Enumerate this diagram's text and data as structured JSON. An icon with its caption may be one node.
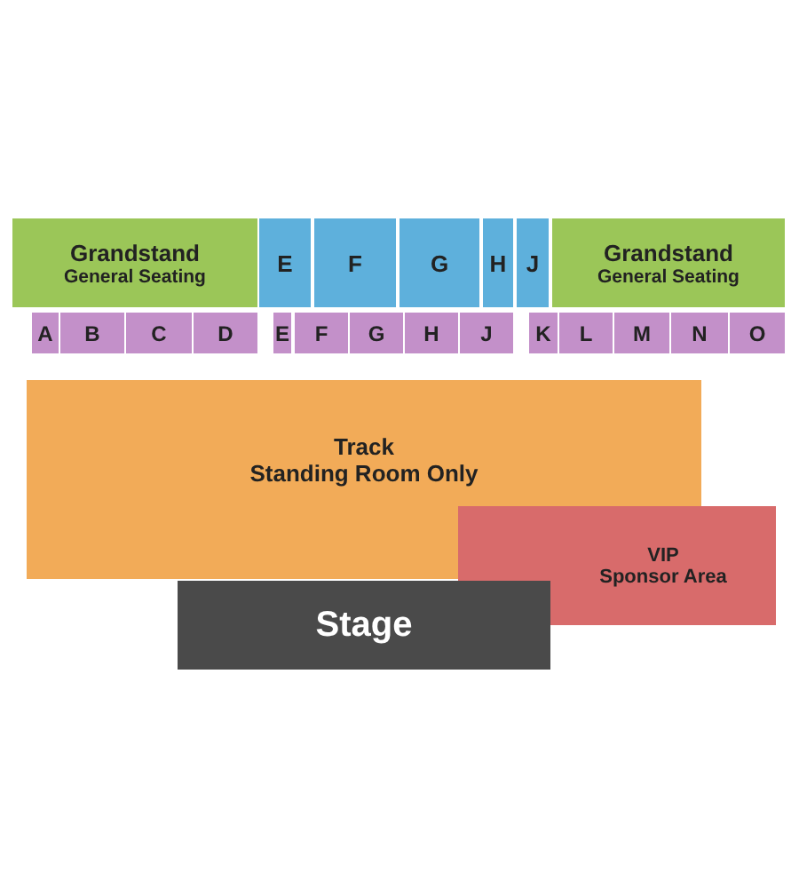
{
  "diagram": {
    "nodes": [
      {
        "text": [
          "Grandstand",
          "General Seating"
        ]
      },
      {
        "text": [
          "E"
        ]
      },
      {
        "text": [
          "F"
        ]
      },
      {
        "text": [
          "G"
        ]
      },
      {
        "text": [
          "H"
        ]
      },
      {
        "text": [
          "J"
        ]
      },
      {
        "text": [
          "Grandstand",
          "General Seating"
        ]
      },
      {
        "text": [
          "A"
        ]
      },
      {
        "text": [
          "B"
        ]
      },
      {
        "text": [
          "C"
        ]
      },
      {
        "text": [
          "D"
        ]
      },
      {
        "text": [
          "E"
        ]
      },
      {
        "text": [
          "F"
        ]
      },
      {
        "text": [
          "G"
        ]
      },
      {
        "text": [
          "H"
        ]
      },
      {
        "text": [
          "J"
        ]
      },
      {
        "text": [
          "K"
        ]
      },
      {
        "text": [
          "L"
        ]
      },
      {
        "text": [
          "M"
        ]
      },
      {
        "text": [
          "N"
        ]
      },
      {
        "text": [
          "O"
        ]
      },
      {
        "text": [
          "Track",
          "Standing Room Only"
        ]
      },
      {
        "text": [],
        "shape": "box"
      },
      {
        "text": [],
        "shape": "box"
      },
      {
        "text": [
          "VIP",
          "Sponsor Area"
        ]
      },
      {
        "text": [
          "Stage"
        ]
      }
    ]
  }
}
